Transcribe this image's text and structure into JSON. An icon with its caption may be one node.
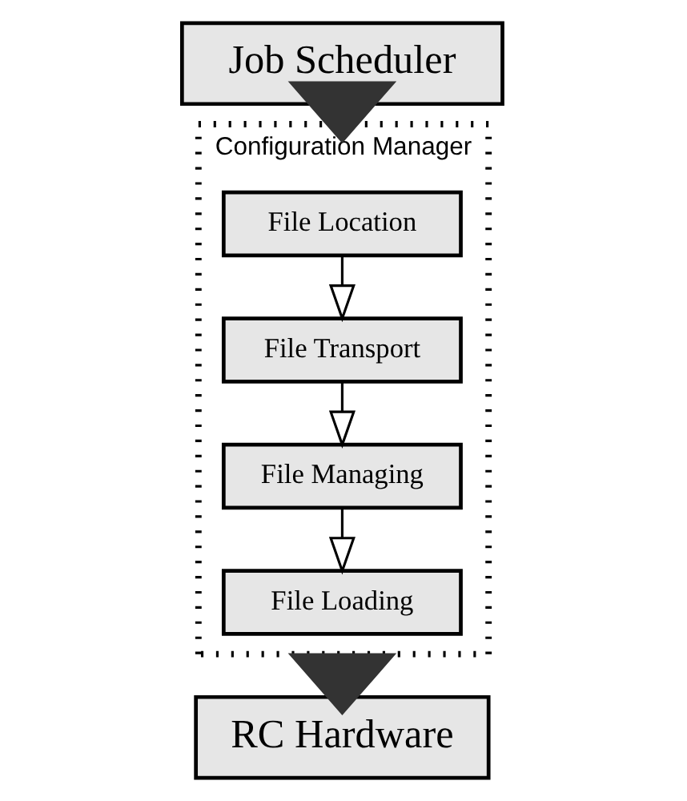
{
  "diagram": {
    "nodes": [
      {
        "text": [
          "Job Scheduler"
        ]
      },
      {
        "text": [
          "Configuration Manager"
        ]
      },
      {
        "text": [
          "File Location"
        ],
        "in": 1
      },
      {
        "text": [
          "File Transport"
        ],
        "in": 1
      },
      {
        "text": [
          "File Managing"
        ],
        "in": 1
      },
      {
        "text": [
          "File Loading"
        ],
        "in": 1
      },
      {
        "text": [
          "RC Hardware"
        ]
      }
    ],
    "edges": [
      {
        "from": 0,
        "to": 1,
        "arrow": "to",
        "style": "thick"
      },
      {
        "from": 2,
        "to": 3,
        "arrow": "to"
      },
      {
        "from": 3,
        "to": 4,
        "arrow": "to"
      },
      {
        "from": 4,
        "to": 5,
        "arrow": "to"
      },
      {
        "from": 1,
        "to": 6,
        "arrow": "to",
        "style": "thick"
      }
    ]
  }
}
